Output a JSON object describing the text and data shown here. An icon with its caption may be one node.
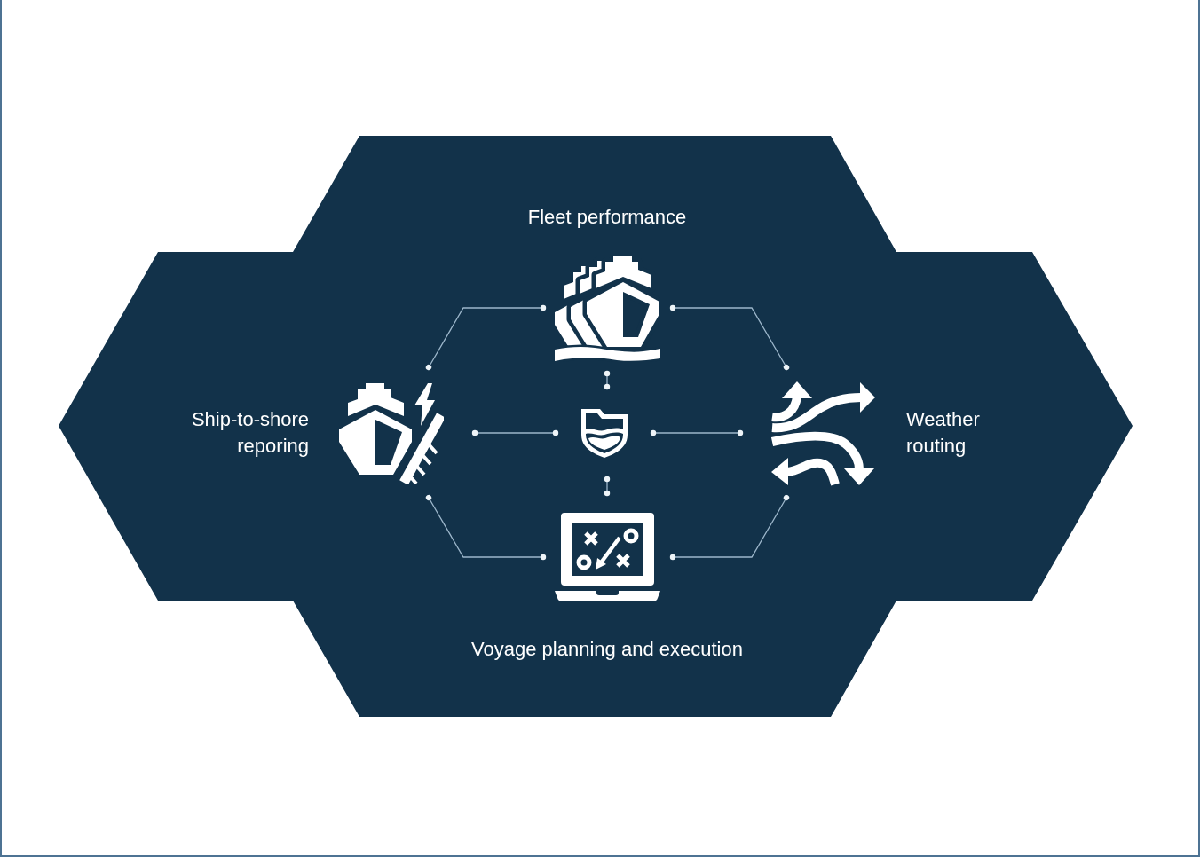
{
  "diagram": {
    "nodes": [
      {
        "text": [],
        "shape": "hexagon"
      },
      {
        "text": [],
        "shape": "picture",
        "in": 0,
        "beside": [
          "Fleet performance"
        ]
      },
      {
        "text": [],
        "shape": "picture",
        "in": 0,
        "beside": [
          "Ship-to-shore reporing"
        ]
      },
      {
        "text": [],
        "shape": "picture",
        "in": 0
      },
      {
        "text": [],
        "shape": "picture",
        "in": 0,
        "beside": [
          "Weather routing"
        ]
      },
      {
        "text": [],
        "shape": "picture",
        "in": 0,
        "beside": [
          "Voyage planning and execution"
        ]
      }
    ],
    "edges": [
      {
        "from": 1,
        "to": 2,
        "arrow": "other"
      },
      {
        "from": 1,
        "to": 4,
        "arrow": "other"
      },
      {
        "from": 1,
        "to": 3,
        "arrow": "other"
      },
      {
        "from": 2,
        "to": 3,
        "arrow": "other"
      },
      {
        "from": 3,
        "to": 4,
        "arrow": "other"
      },
      {
        "from": 3,
        "to": 5,
        "arrow": "other"
      },
      {
        "from": 2,
        "to": 5,
        "arrow": "other"
      },
      {
        "from": 4,
        "to": 5,
        "arrow": "other"
      }
    ]
  }
}
